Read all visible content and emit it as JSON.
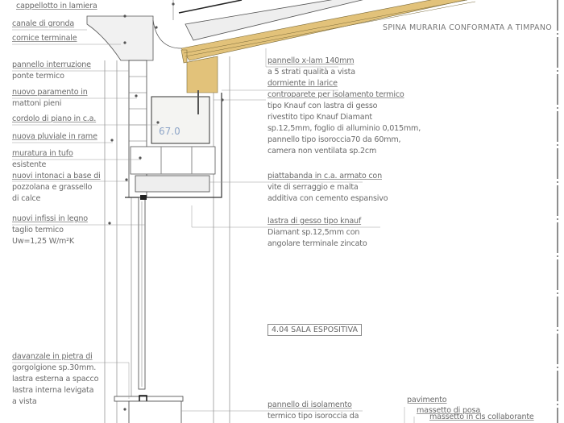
{
  "drawing_title": "SPINA MURARIA CONFORMATA A TIMPANO",
  "room_label": "4.04 SALA ESPOSITIVA",
  "elevation_mark": "67.0",
  "colors": {
    "timber": "#e2c27a",
    "line": "#555555",
    "text": "#6a6a6a",
    "elevation": "#8fa6c8"
  },
  "left_labels": [
    {
      "lines": [
        "cappellotto in lamiera"
      ]
    },
    {
      "lines": [
        "canale di gronda"
      ]
    },
    {
      "lines": [
        "cornice terminale"
      ]
    },
    {
      "lines": [
        "pannello interruzione",
        "ponte termico"
      ]
    },
    {
      "lines": [
        "nuovo paramento in",
        "mattoni pieni"
      ]
    },
    {
      "lines": [
        "cordolo di piano in c.a."
      ]
    },
    {
      "lines": [
        "nuova pluviale in rame"
      ]
    },
    {
      "lines": [
        "muratura in tufo",
        "esistente",
        "nuovi intonaci a base di",
        "pozzolana e grassello",
        "di calce"
      ]
    },
    {
      "lines": [
        "nuovi infissi in legno",
        "taglio termico",
        "Uw=1,25 W/m²K"
      ]
    },
    {
      "lines": [
        "davanzale in pietra di",
        "gorgolgione sp.30mm.",
        "lastra esterna a spacco",
        "lastra interna levigata",
        "a vista"
      ]
    }
  ],
  "right_labels": [
    {
      "lines": [
        "pannello x-lam 140mm",
        "a 5 strati qualità a vista",
        "dormiente in larice",
        "controparete per isolamento termico",
        "tipo Knauf con lastra di gesso",
        "rivestito tipo Knauf Diamant",
        "sp.12,5mm, foglio di alluminio 0,015mm,",
        "pannello tipo isoroccia70 da 60mm,",
        "camera non ventilata sp.2cm"
      ]
    },
    {
      "lines": [
        "piattabanda in c.a. armato con",
        "vite di serraggio e malta",
        "additiva con cemento espansivo"
      ]
    },
    {
      "lines": [
        "lastra di gesso tipo knauf",
        "Diamant sp.12,5mm con",
        "angolare terminale zincato"
      ]
    },
    {
      "lines": [
        "pannello di isolamento",
        "termico tipo isoroccia da"
      ]
    }
  ],
  "floor_labels": [
    "pavimento",
    "massetto di posa",
    "massetto in cls collaborante"
  ]
}
